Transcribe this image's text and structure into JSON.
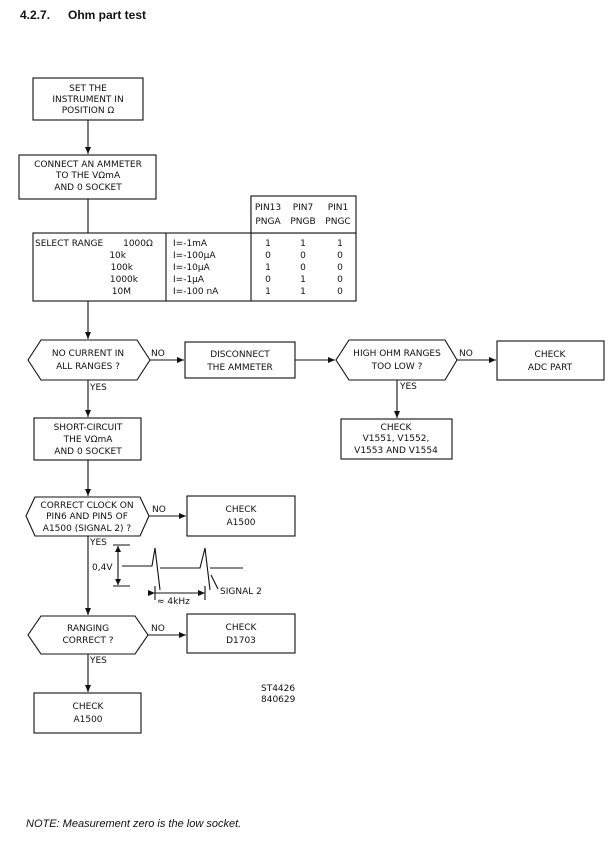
{
  "heading": {
    "number": "4.2.7.",
    "title": "Ohm part test"
  },
  "boxes": {
    "set_instrument": [
      "SET THE",
      "INSTRUMENT IN",
      "POSITION  Ω"
    ],
    "connect_ammeter": [
      "CONNECT AN AMMETER",
      "TO THE  VΩmA",
      "AND 0 SOCKET"
    ],
    "disconnect_ammeter": [
      "DISCONNECT",
      "THE AMMETER"
    ],
    "check_adc": [
      "CHECK",
      "ADC PART"
    ],
    "check_v15": [
      "CHECK",
      "V1551, V1552,",
      "V1553 AND V1554"
    ],
    "short_circuit": [
      "SHORT-CIRCUIT",
      "THE  VΩmA",
      "AND 0 SOCKET"
    ],
    "check_a1500_clock": [
      "CHECK",
      "A1500"
    ],
    "check_d1703": [
      "CHECK",
      "D1703"
    ],
    "check_a1500_final": [
      "CHECK",
      "A1500"
    ]
  },
  "decisions": {
    "no_current": [
      "NO CURRENT IN",
      "ALL RANGES ?"
    ],
    "high_ohm": [
      "HIGH OHM RANGES",
      "TOO LOW ?"
    ],
    "clock": [
      "CORRECT CLOCK ON",
      "PIN6 AND PIN5 OF",
      "A1500 (SIGNAL 2) ?"
    ],
    "ranging": [
      "RANGING",
      "CORRECT ?"
    ]
  },
  "branch_labels": {
    "no": "NO",
    "yes": "YES"
  },
  "range_table": {
    "select_label": "SELECT RANGE",
    "ranges": [
      "1000Ω",
      "10k",
      "100k",
      "1000k",
      "10M"
    ],
    "currents": [
      "I=-1mA",
      "I=-100μA",
      "I=-10μA",
      "I=-1μA",
      "I=-100 nA"
    ],
    "columns": [
      {
        "pin": "PIN13",
        "name": "PNGA"
      },
      {
        "pin": "PIN7",
        "name": "PNGB"
      },
      {
        "pin": "PIN1",
        "name": "PNGC"
      }
    ],
    "values": [
      [
        "1",
        "1",
        "1"
      ],
      [
        "0",
        "0",
        "0"
      ],
      [
        "1",
        "0",
        "0"
      ],
      [
        "0",
        "1",
        "0"
      ],
      [
        "1",
        "1",
        "0"
      ]
    ]
  },
  "waveform": {
    "amplitude": "0,4V",
    "frequency": "≈ 4kHz",
    "label": "SIGNAL 2"
  },
  "doc_code": [
    "ST4426",
    "840629"
  ],
  "note": "NOTE:  Measurement zero is the low socket."
}
